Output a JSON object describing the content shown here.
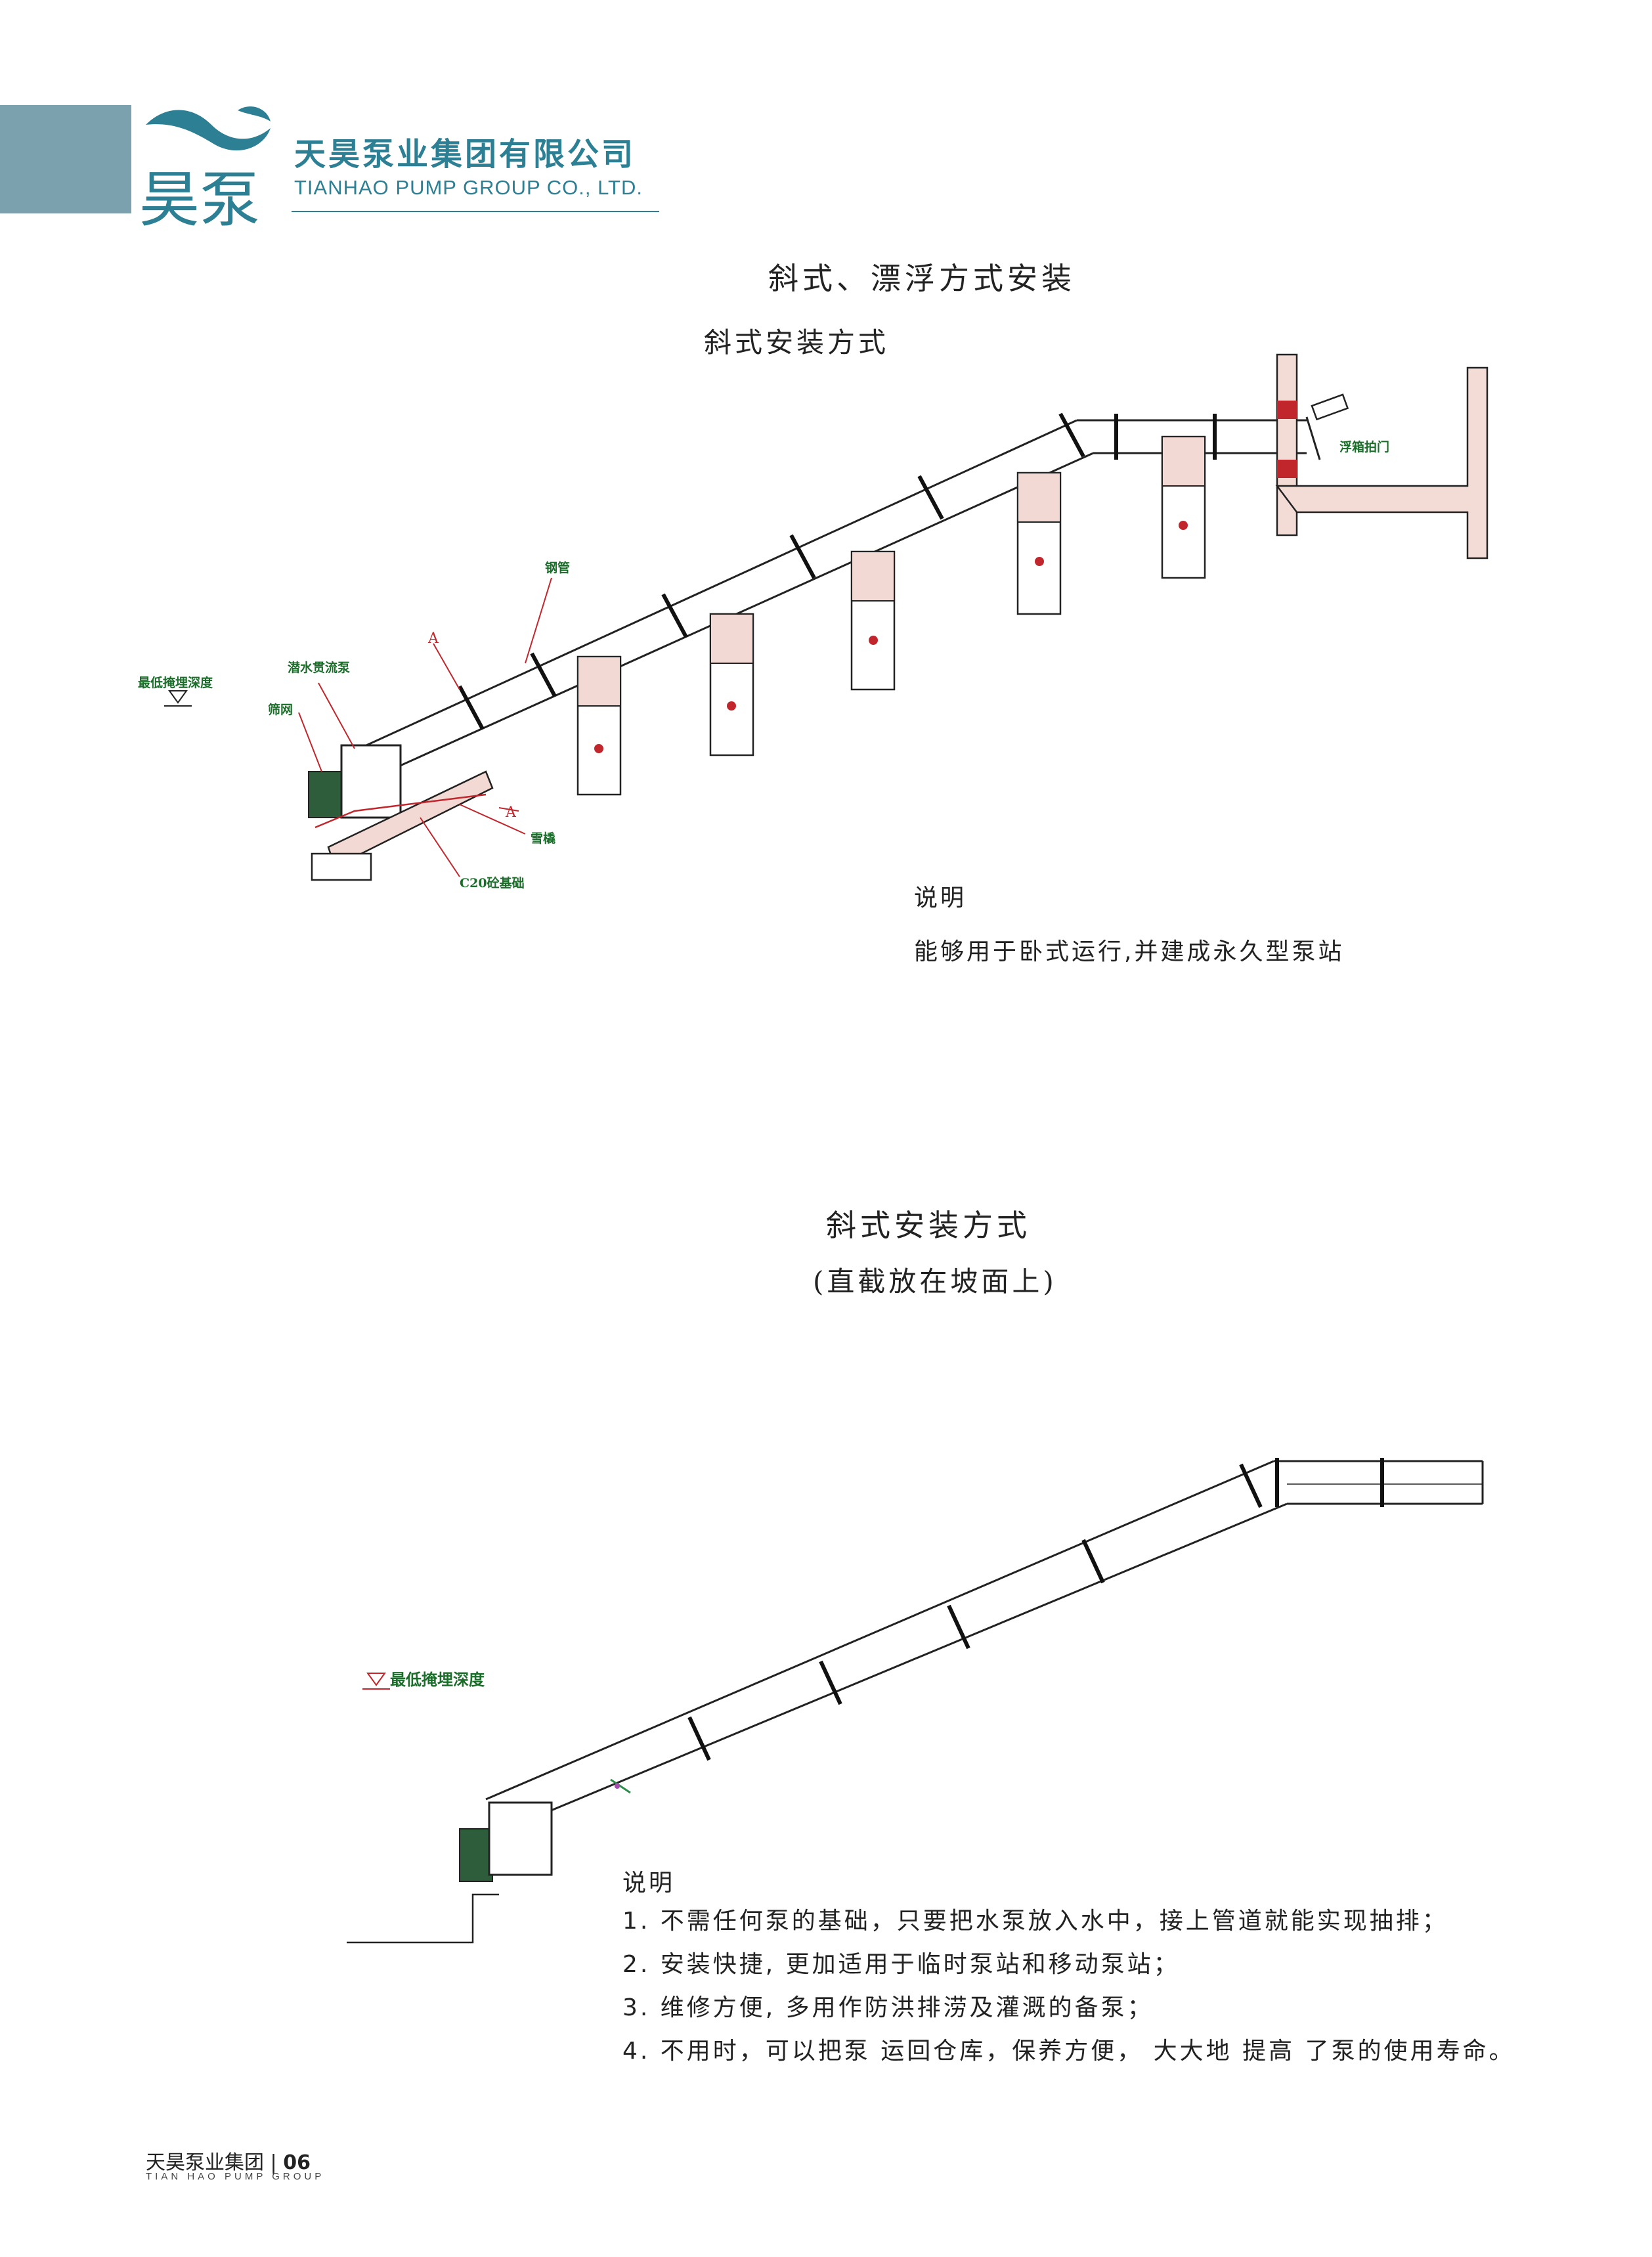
{
  "header": {
    "logo_char": "昊泵",
    "company_cn": "天昊泵业集团有限公司",
    "company_en": "TIANHAO PUMP GROUP CO., LTD."
  },
  "section1": {
    "title": "斜式、漂浮方式安装",
    "subtitle": "斜式安装方式",
    "labels": {
      "steel_pipe": "钢管",
      "pump": "潜水贯流泵",
      "min_depth": "最低掩埋深度",
      "screen": "筛网",
      "gate": "浮箱拍门",
      "snow": "雪橇",
      "base": "C20砼基础",
      "section_mark": "A"
    },
    "note_heading": "说明",
    "note": "能够用于卧式运行,并建成永久型泵站"
  },
  "section2": {
    "title": "斜式安装方式",
    "subtitle": "(直截放在坡面上)",
    "labels": {
      "min_depth": "最低掩埋深度"
    },
    "note_heading": "说明",
    "notes": [
      "1.  不需任何泵的基础，只要把水泵放入水中，接上管道就能实现抽排；",
      "2. 安装快捷, 更加适用于临时泵站和移动泵站；",
      "3. 维修方便, 多用作防洪排涝及灌溉的备泵；",
      "4. 不用时，可以把泵  运回仓库，保养方便，  大大地  提高  了泵的使用寿命。"
    ]
  },
  "footer": {
    "company_cn": "天昊泵业集团",
    "page": "06",
    "company_en": "TIAN HAO PUMP GROUP"
  },
  "colors": {
    "brand": "#2d7f93",
    "logo_block": "#7aa1ad",
    "label_green": "#1a6e2a",
    "label_red": "#c0262b"
  }
}
